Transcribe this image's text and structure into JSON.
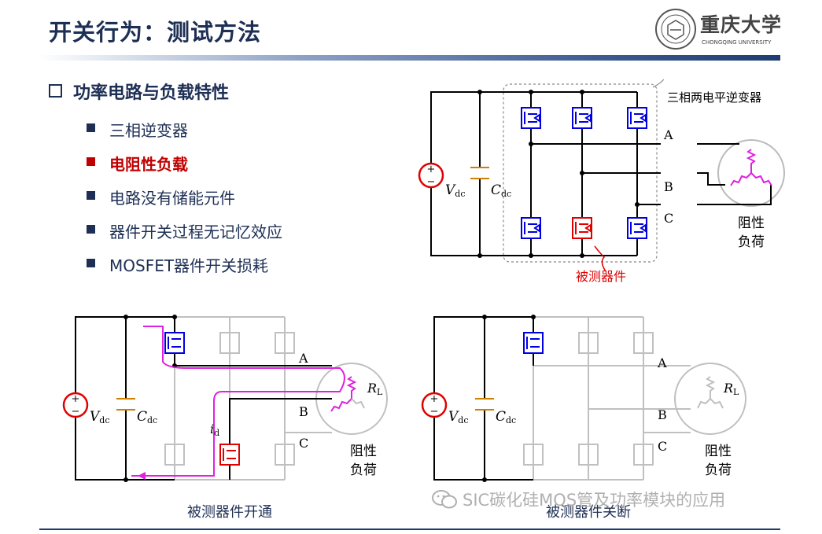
{
  "title": "开关行为：测试方法",
  "logo": {
    "name_cn": "重庆大学",
    "name_en": "CHONGQING UNIVERSITY"
  },
  "section": {
    "heading": "功率电路与负载特性"
  },
  "bullets": [
    {
      "text": "三相逆变器",
      "highlight": false
    },
    {
      "text": "电阻性负载",
      "highlight": true
    },
    {
      "text": "电路没有储能元件",
      "highlight": false
    },
    {
      "text": "器件开关过程无记忆效应",
      "highlight": false
    },
    {
      "text": "MOSFET器件开关损耗",
      "highlight": false
    }
  ],
  "diagram_top": {
    "inverter_label": "三相两电平逆变器",
    "dut_label": "被测器件",
    "load_label": [
      "阻性",
      "负荷"
    ],
    "phase_labels": [
      "A",
      "B",
      "C"
    ],
    "vdc": "V",
    "vdc_sub": "dc",
    "cdc": "C",
    "cdc_sub": "dc"
  },
  "diagram_on": {
    "caption": "被测器件开通",
    "current_label": "i",
    "current_sub": "d",
    "rl": "R",
    "rl_sub": "L"
  },
  "diagram_off": {
    "caption": "被测器件关断"
  },
  "watermark": {
    "text": "SIC碳化硅MOS管及功率模块的应用"
  },
  "colors": {
    "title": "#1e2f55",
    "highlight": "#c00000",
    "switch_active": "#0000e0",
    "dut": "#e00000",
    "current_path": "#e020e0",
    "capacitor": "#d08000",
    "inactive": "#c0c0c0"
  }
}
